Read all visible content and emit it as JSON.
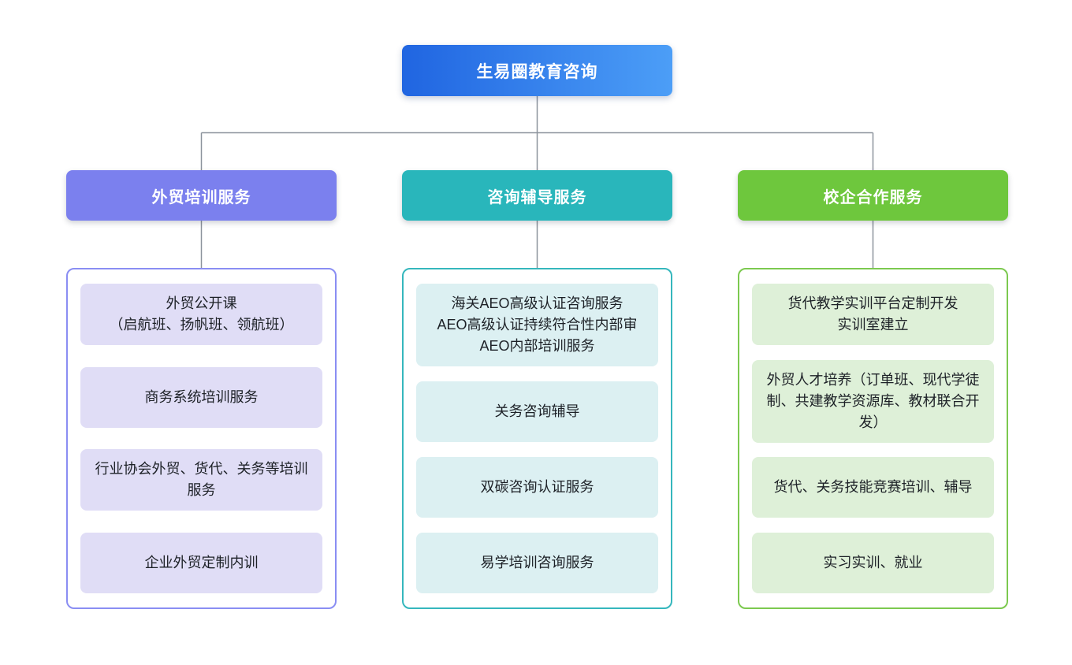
{
  "root": {
    "label": "生易圈教育咨询"
  },
  "colors": {
    "connector": "#8c939c",
    "root_gradient_start": "#2065e1",
    "root_gradient_end": "#4c9ef7"
  },
  "branches": [
    {
      "label": "外贸培训服务",
      "colors": {
        "header_bg": "#7b80ee",
        "border": "#8a8ef3",
        "item_bg": "#e0ddf6"
      },
      "items": [
        "外贸公开课\n（启航班、扬帆班、领航班）",
        "商务系统培训服务",
        "行业协会外贸、货代、关务等培训服务",
        "企业外贸定制内训"
      ]
    },
    {
      "label": "咨询辅导服务",
      "colors": {
        "header_bg": "#29b6bb",
        "border": "#35b7bd",
        "item_bg": "#dcf0f2"
      },
      "items": [
        "海关AEO高级认证咨询服务\nAEO高级认证持续符合性内部审\nAEO内部培训服务",
        "关务咨询辅导",
        "双碳咨询认证服务",
        "易学培训咨询服务"
      ]
    },
    {
      "label": "校企合作服务",
      "colors": {
        "header_bg": "#6ec73d",
        "border": "#7cc94f",
        "item_bg": "#def0d8"
      },
      "items": [
        "货代教学实训平台定制开发\n实训室建立",
        "外贸人才培养（订单班、现代学徒制、共建教学资源库、教材联合开发）",
        "货代、关务技能竞赛培训、辅导",
        "实习实训、就业"
      ]
    }
  ]
}
